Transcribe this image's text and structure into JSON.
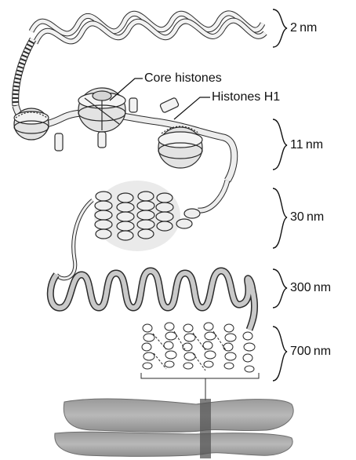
{
  "labels": {
    "core_histones": "Core histones",
    "histones_h1": "Histones H1"
  },
  "scale_labels": [
    "2 nm",
    "11 nm",
    "30 nm",
    "300 nm",
    "700 nm"
  ],
  "colors": {
    "ink": "#2b2b2b",
    "dna_fill": "#f2f2f2",
    "histone_fill": "#e3e3e3",
    "fiber_fill": "#d9d9d9",
    "chromosome_fill": "#a9a9a9",
    "centromere": "#555555"
  }
}
